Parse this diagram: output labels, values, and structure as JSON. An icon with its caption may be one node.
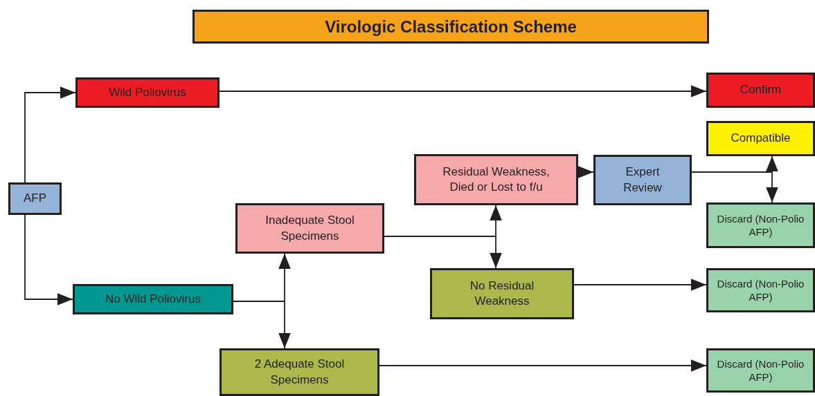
{
  "diagram": {
    "title": "Virologic Classification Scheme",
    "nodes": [
      {
        "text": [
          "AFP"
        ]
      },
      {
        "text": [
          "Wild Poliovirus"
        ]
      },
      {
        "text": [
          "Confirm"
        ]
      },
      {
        "text": [
          "Compatible"
        ]
      },
      {
        "text": [
          "Residual Weakness, Died or Lost to f/u"
        ]
      },
      {
        "text": [
          "Expert Review"
        ]
      },
      {
        "text": [
          "Inadequate Stool Specimens"
        ]
      },
      {
        "text": [
          "Discard (Non-Polio AFP)"
        ]
      },
      {
        "text": [
          "No Residual Weakness"
        ]
      },
      {
        "text": [
          "No Wild Poliovirus"
        ]
      },
      {
        "text": [
          "Discard (Non-Polio AFP)"
        ]
      },
      {
        "text": [
          "2 Adequate Stool Specimens"
        ]
      },
      {
        "text": [
          "Discard (Non-Polio AFP)"
        ]
      }
    ],
    "edges": [
      {
        "from": 0,
        "to": 1,
        "arrow": "to"
      },
      {
        "from": 0,
        "to": 9,
        "arrow": "to"
      },
      {
        "from": 1,
        "to": 2,
        "arrow": "to"
      },
      {
        "from": 9,
        "to": 6,
        "arrow": "to"
      },
      {
        "from": 9,
        "to": 11,
        "arrow": "to"
      },
      {
        "from": 6,
        "to": 4,
        "arrow": "to"
      },
      {
        "from": 6,
        "to": 8,
        "arrow": "to"
      },
      {
        "from": 4,
        "to": 5,
        "arrow": "to"
      },
      {
        "from": 5,
        "to": 3,
        "arrow": "to"
      },
      {
        "from": 5,
        "to": 7,
        "arrow": "to"
      },
      {
        "from": 8,
        "to": 10,
        "arrow": "to"
      },
      {
        "from": 11,
        "to": 12,
        "arrow": "to"
      }
    ]
  }
}
